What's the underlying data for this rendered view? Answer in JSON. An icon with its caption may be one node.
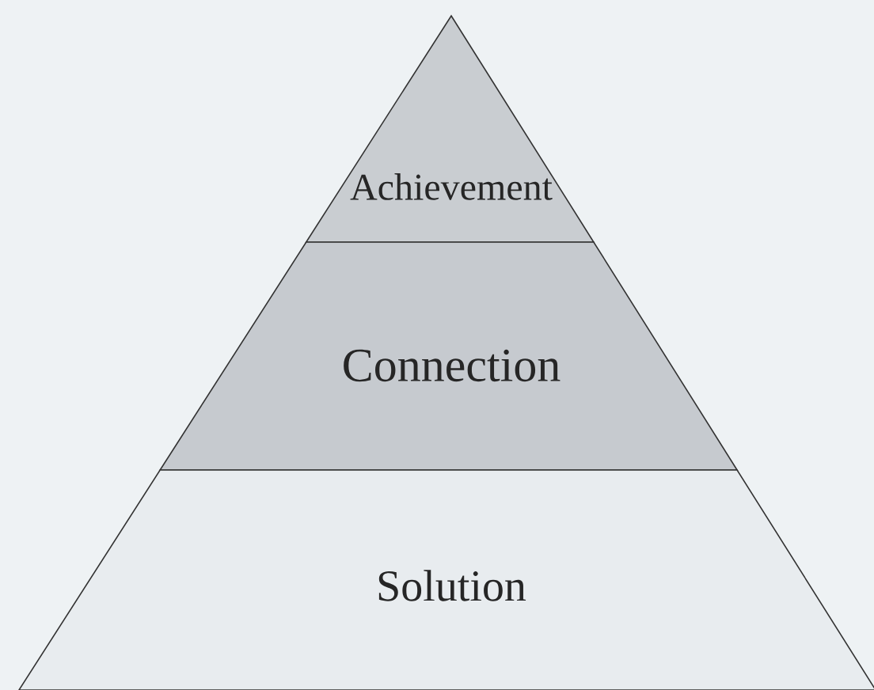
{
  "diagram": {
    "nodes": [
      {
        "text": [
          "Achievement"
        ]
      },
      {
        "text": [
          "Connection"
        ]
      },
      {
        "text": [
          "Solution"
        ]
      }
    ]
  }
}
